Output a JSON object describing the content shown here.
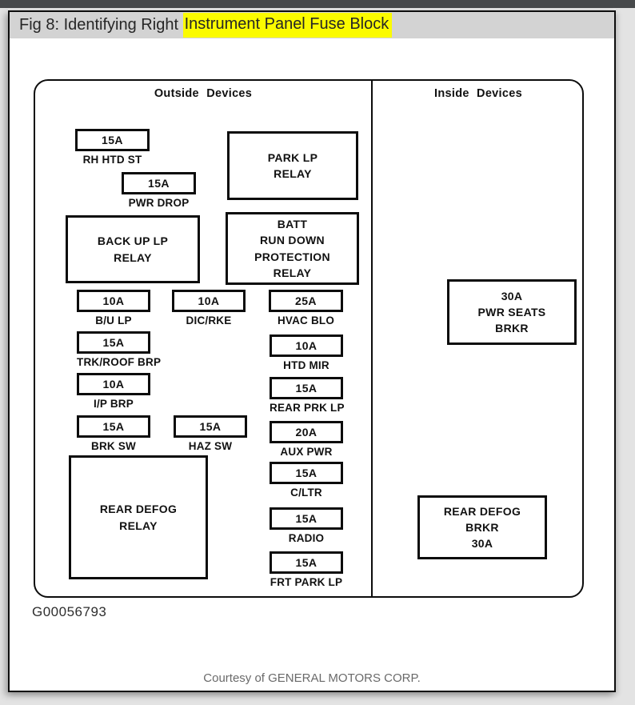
{
  "header": {
    "title_prefix": "Fig 8: Identifying Right ",
    "title_highlight": "Instrument Panel Fuse Block",
    "highlight_color": "#fbfb00"
  },
  "diagram": {
    "sections": {
      "left": "Outside Devices",
      "right": "Inside Devices"
    },
    "fuses": [
      {
        "amp": "15A",
        "label": "RH HTD ST"
      },
      {
        "amp": "15A",
        "label": "PWR DROP"
      },
      {
        "amp": "10A",
        "label": "B/U LP"
      },
      {
        "amp": "10A",
        "label": "DIC/RKE"
      },
      {
        "amp": "25A",
        "label": "HVAC BLO"
      },
      {
        "amp": "15A",
        "label": "TRK/ROOF BRP"
      },
      {
        "amp": "10A",
        "label": "HTD MIR"
      },
      {
        "amp": "10A",
        "label": "I/P BRP"
      },
      {
        "amp": "15A",
        "label": "REAR PRK LP"
      },
      {
        "amp": "15A",
        "label": "BRK SW"
      },
      {
        "amp": "15A",
        "label": "HAZ SW"
      },
      {
        "amp": "20A",
        "label": "AUX PWR"
      },
      {
        "amp": "15A",
        "label": "C/LTR"
      },
      {
        "amp": "15A",
        "label": "RADIO"
      },
      {
        "amp": "15A",
        "label": "FRT PARK LP"
      }
    ],
    "relays": [
      {
        "name": "PARK LP\nRELAY"
      },
      {
        "name": "BATT\nRUN DOWN\nPROTECTION\nRELAY"
      },
      {
        "name": "BACK UP LP\nRELAY"
      },
      {
        "name": "REAR DEFOG\nRELAY"
      },
      {
        "name": "30A\nPWR SEATS\nBRKR"
      },
      {
        "name": "REAR DEFOG\nBRKR\n30A"
      }
    ],
    "figure_id": "G00056793"
  },
  "footer": {
    "courtesy": "Courtesy of GENERAL MOTORS CORP."
  }
}
